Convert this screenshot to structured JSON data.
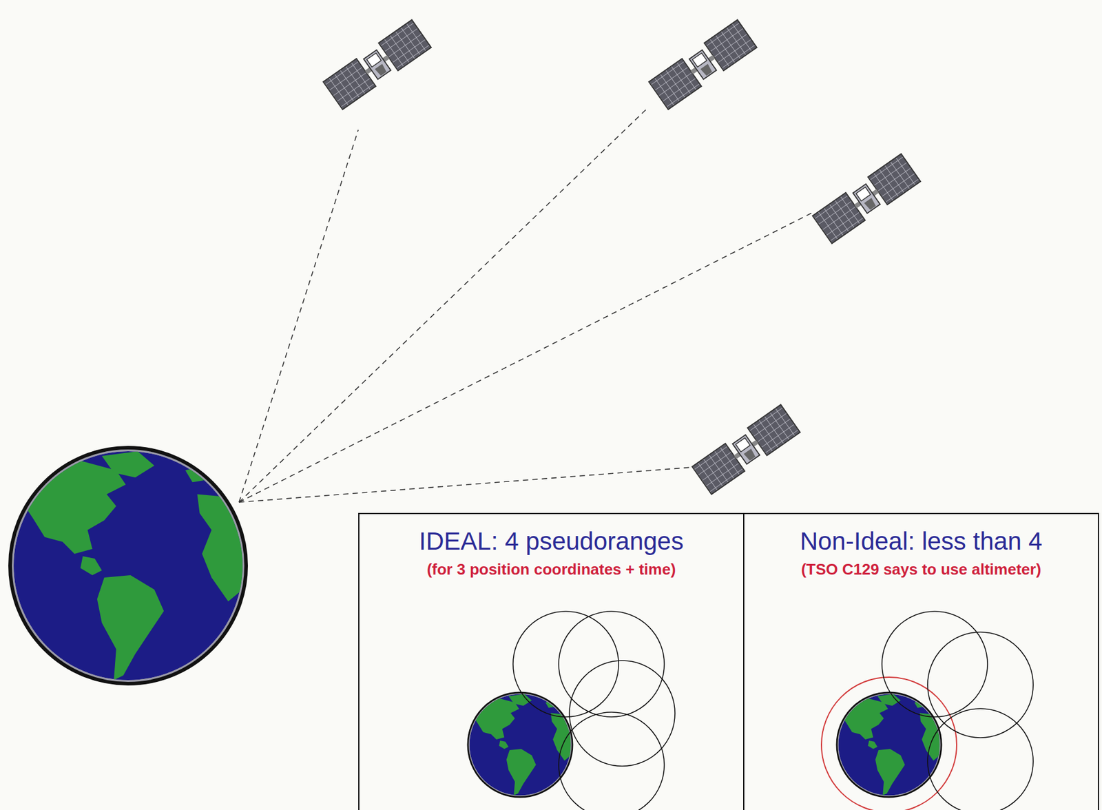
{
  "diagram": {
    "nodes": [
      {
        "text": [
          "IDEAL: 4 pseudoranges",
          "(for 3 position coordinates + time)"
        ]
      },
      {
        "text": [
          "Non-Ideal: less than 4",
          "(TSO C129 says to use altimeter)"
        ]
      }
    ]
  }
}
